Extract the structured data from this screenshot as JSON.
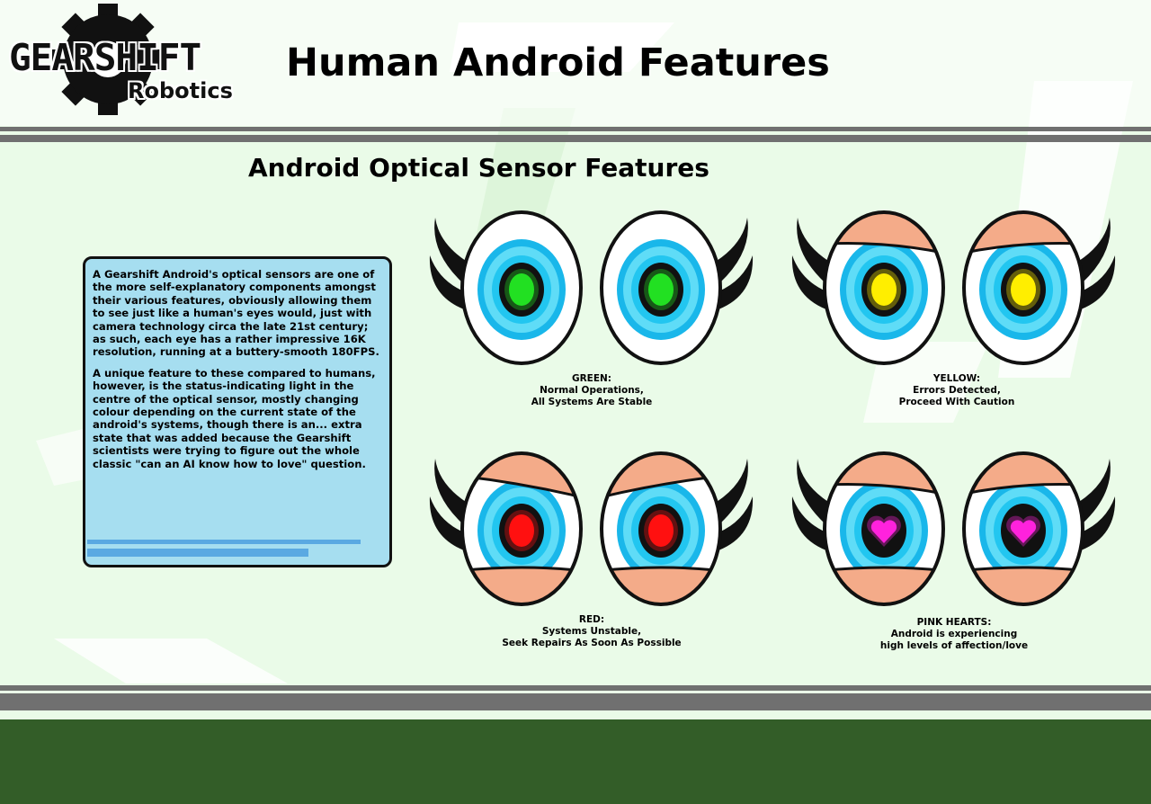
{
  "logo": {
    "name": "GEARSHIFT",
    "subtitle": "Robotics"
  },
  "page_title": "Human Android Features",
  "section_title": "Android Optical Sensor Features",
  "description": {
    "paragraphs": [
      "A Gearshift Android's optical sensors are one of the more self-explanatory components amongst their various features, obviously allowing them to see just like a human's eyes would, just with camera technology circa the late 21st century; as such, each eye has a rather impressive 16K resolution, running at a buttery-smooth 180FPS.",
      "A unique feature to these compared to humans, however, is the status-indicating light in the centre of the optical sensor,  mostly changing colour depending on the current state of the android's systems, though there is an... extra state that was added because the Gearshift scientists were trying to figure out the whole  classic \"can an AI know how to love\" question."
    ]
  },
  "states": [
    {
      "label": "GREEN:",
      "line1": "Normal Operations,",
      "line2": "All Systems Are Stable",
      "light_color": "#22e022",
      "light_shape": "oval"
    },
    {
      "label": "YELLOW:",
      "line1": "Errors Detected,",
      "line2": "Proceed With Caution",
      "light_color": "#ffee00",
      "light_shape": "oval"
    },
    {
      "label": "RED:",
      "line1": "Systems Unstable,",
      "line2": "Seek Repairs As Soon As Possible",
      "light_color": "#ff1010",
      "light_shape": "oval"
    },
    {
      "label": "PINK HEARTS:",
      "line1": "Android is experiencing",
      "line2": "high levels of affection/love",
      "light_color": "#ff22dd",
      "light_shape": "heart"
    }
  ],
  "colors": {
    "background_tint": "#eafbe8",
    "stripe_gray": "#707070",
    "footer_green": "#335d28",
    "iris_outer": "#19b7ea",
    "iris_mid": "#5fdcf7",
    "eyelid": "#f4ab89",
    "panel": "#a6def0"
  }
}
